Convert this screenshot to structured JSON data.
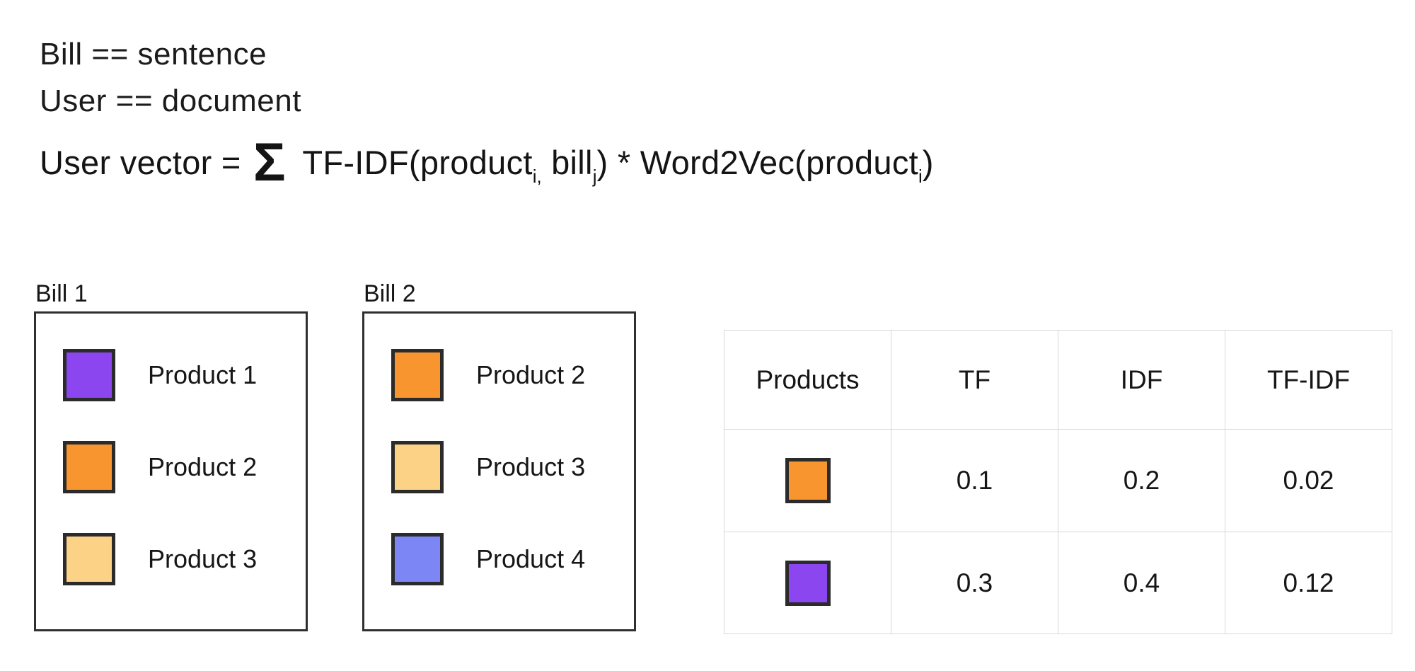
{
  "top_notes": {
    "line1": "Bill == sentence",
    "line2": "User == document"
  },
  "formula": {
    "prefix": "User vector = ",
    "sigma": "Σ",
    "p1": " TF-IDF(product",
    "sub1": "i,",
    "p2": " bill",
    "sub2": "j",
    "p3": ") * Word2Vec(product",
    "sub3": "i",
    "p4": ")"
  },
  "bills": [
    {
      "label": "Bill 1",
      "items": [
        {
          "name": "Product 1",
          "color": "#8B46F0"
        },
        {
          "name": "Product 2",
          "color": "#F9952E"
        },
        {
          "name": "Product 3",
          "color": "#FBD286"
        }
      ]
    },
    {
      "label": "Bill 2",
      "items": [
        {
          "name": "Product 2",
          "color": "#F9952E"
        },
        {
          "name": "Product 3",
          "color": "#FBD286"
        },
        {
          "name": "Product 4",
          "color": "#7C86F5"
        }
      ]
    }
  ],
  "table": {
    "headers": [
      "Products",
      "TF",
      "IDF",
      "TF-IDF"
    ],
    "rows": [
      {
        "swatch_color": "#F9952E",
        "values": [
          "0.1",
          "0.2",
          "0.02"
        ]
      },
      {
        "swatch_color": "#8B46F0",
        "values": [
          "0.3",
          "0.4",
          "0.12"
        ]
      }
    ]
  },
  "palette": {
    "purple": "#8B46F0",
    "orange": "#F9952E",
    "pale_orange": "#FBD286",
    "periwinkle": "#7C86F5",
    "swatch_border": "#2B2B2B",
    "box_border": "#2F2F2F",
    "table_grid": "#D8D8D8",
    "text": "#1B1B1B",
    "background": "#FFFFFF"
  }
}
